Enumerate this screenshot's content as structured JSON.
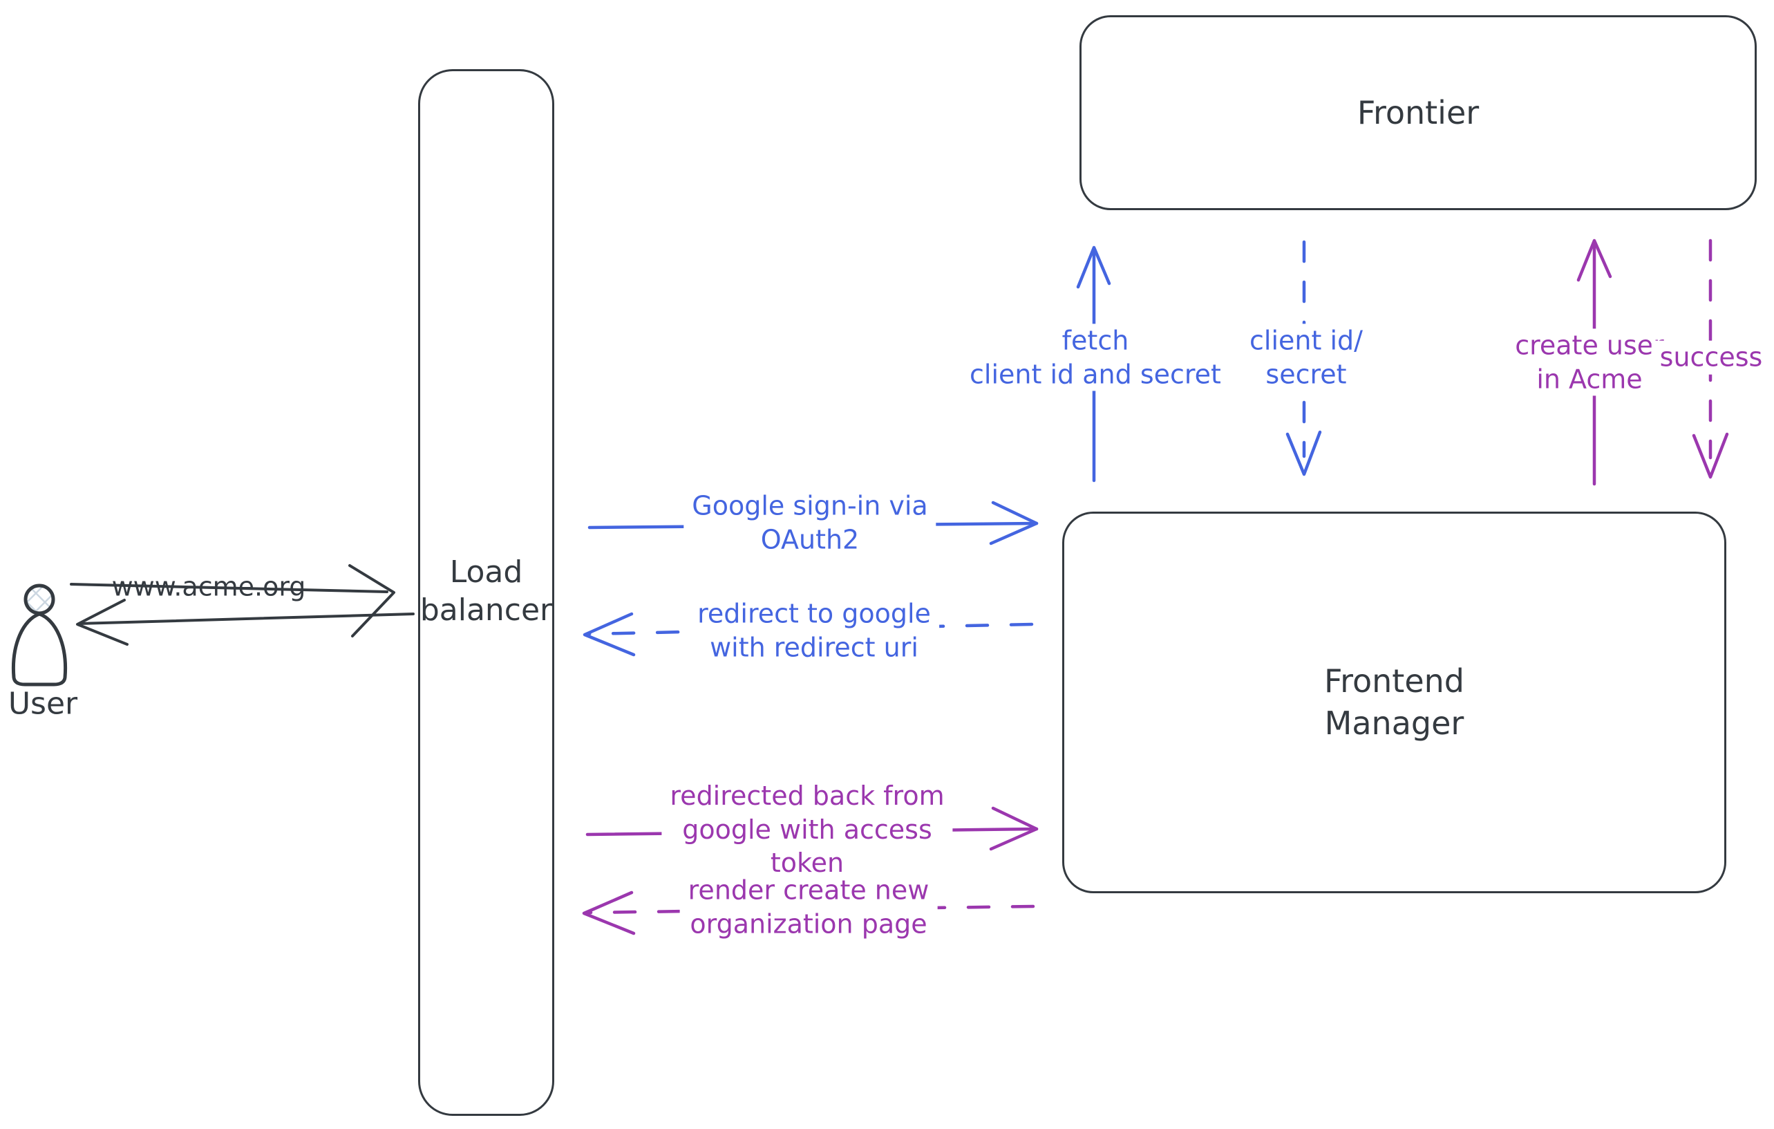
{
  "colors": {
    "ink": "#343a40",
    "blue": "#4465e0",
    "purple": "#9b37ae",
    "hatch": "#ccd7e1"
  },
  "nodes": {
    "user": {
      "label": "User"
    },
    "load_balancer": {
      "line1": "Load",
      "line2": "balancer"
    },
    "frontier": {
      "label": "Frontier"
    },
    "frontend_manager": {
      "line1": "Frontend",
      "line2": "Manager"
    }
  },
  "messages": {
    "www_acme": {
      "label": "www.acme.org"
    },
    "google_signin": {
      "line1": "Google sign-in via",
      "line2": "OAuth2"
    },
    "redirect_google": {
      "line1": "redirect to google",
      "line2": "with redirect uri"
    },
    "redirected_back": {
      "line1": "redirected back from",
      "line2": "google with access",
      "line3": "token"
    },
    "render_page": {
      "line1": "render create new",
      "line2": "organization page"
    },
    "fetch_secret": {
      "line1": "fetch",
      "line2": "client id and secret"
    },
    "client_id_secret": {
      "line1": "client id/",
      "line2": "secret"
    },
    "create_user": {
      "line1": "create user",
      "line2": "in Acme"
    },
    "success": {
      "label": "success"
    }
  }
}
